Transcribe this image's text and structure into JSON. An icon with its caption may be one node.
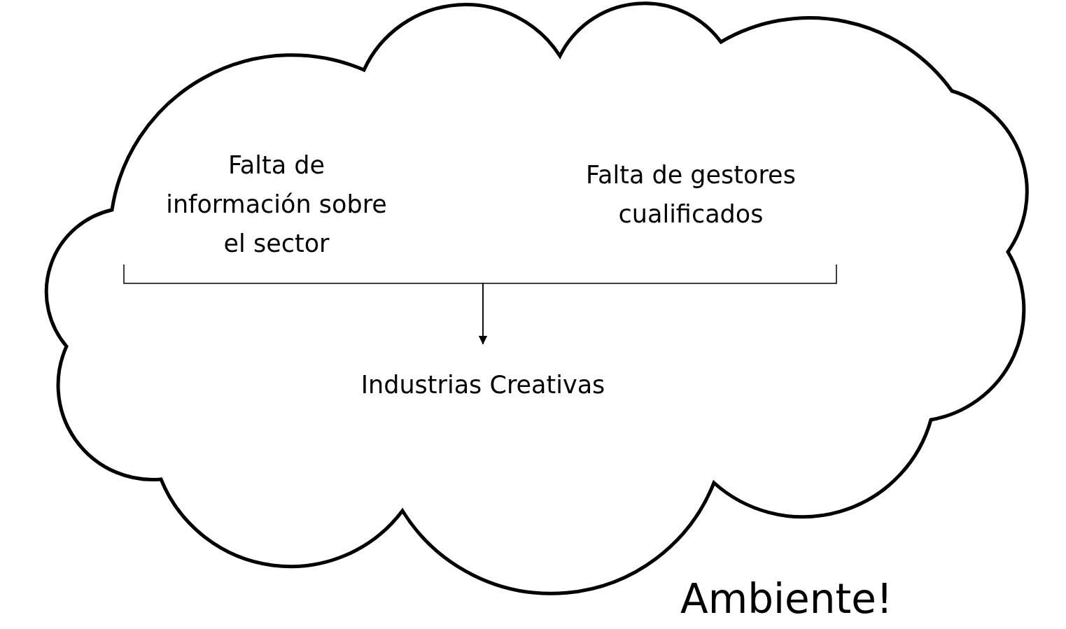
{
  "diagram": {
    "nodes": [
      {
        "text": [
          "Ambiente!"
        ]
      },
      {
        "text": [
          "Falta de información sobre el sector"
        ],
        "in": 0
      },
      {
        "text": [
          "Falta de gestores cualificados"
        ],
        "in": 0
      },
      {
        "text": [
          "Industrias Creativas"
        ],
        "in": 0
      }
    ],
    "edges": [
      {
        "from": 1,
        "to": 3,
        "arrow": "to"
      },
      {
        "from": 2,
        "to": 3,
        "arrow": "to"
      }
    ]
  }
}
